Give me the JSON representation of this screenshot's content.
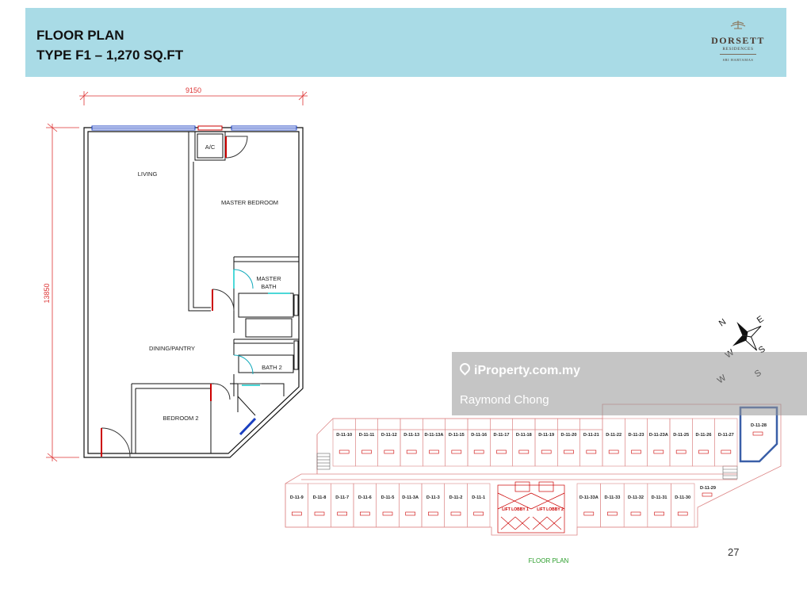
{
  "header": {
    "title_line1": "FLOOR PLAN",
    "title_line2": "TYPE F1 – 1,270 SQ.FT",
    "logo_brand": "DORSETT",
    "logo_sub": "RESIDENCES",
    "logo_location": "SRI HARTAMAS"
  },
  "plan": {
    "width_dimension": "9150",
    "height_dimension": "13850",
    "rooms": {
      "ac": "A/C",
      "living": "LIVING",
      "master_bedroom": "MASTER BEDROOM",
      "master_bath_1": "MASTER",
      "master_bath_2": "BATH",
      "dining": "DINING/PANTRY",
      "bath2": "BATH 2",
      "bedroom2": "BEDROOM 2"
    }
  },
  "compass": {
    "n": "N",
    "e": "E",
    "s": "S",
    "w": "W"
  },
  "key_plan": {
    "top_row_units": [
      "D-11-10",
      "D-11-11",
      "D-11-12",
      "D-11-13",
      "D-11-13A",
      "D-11-15",
      "D-11-16",
      "D-11-17",
      "D-11-18",
      "D-11-19",
      "D-11-20",
      "D-11-21",
      "D-11-22",
      "D-11-23",
      "D-11-23A",
      "D-11-25",
      "D-11-26",
      "D-11-27"
    ],
    "highlighted_unit": "D-11-28",
    "corner_unit": "D-11-29",
    "bottom_row_units": [
      "D-11-9",
      "D-11-8",
      "D-11-7",
      "D-11-6",
      "D-11-5",
      "D-11-3A",
      "D-11-3",
      "D-11-2",
      "D-11-1"
    ],
    "bottom_right_units": [
      "D-11-33A",
      "D-11-33",
      "D-11-32",
      "D-11-31",
      "D-11-30"
    ],
    "lift_lobby_1": "LIFT LOBBY 1",
    "lift_lobby_2": "LIFT LOBBY 2",
    "caption": "FLOOR PLAN"
  },
  "watermark": {
    "site": "iProperty.com.my",
    "agent": "Raymond Chong"
  },
  "page_number": "27",
  "colors": {
    "header_bg": "#a9dbe6",
    "highlight": "#3a5fa8",
    "dimension": "#d33333"
  }
}
